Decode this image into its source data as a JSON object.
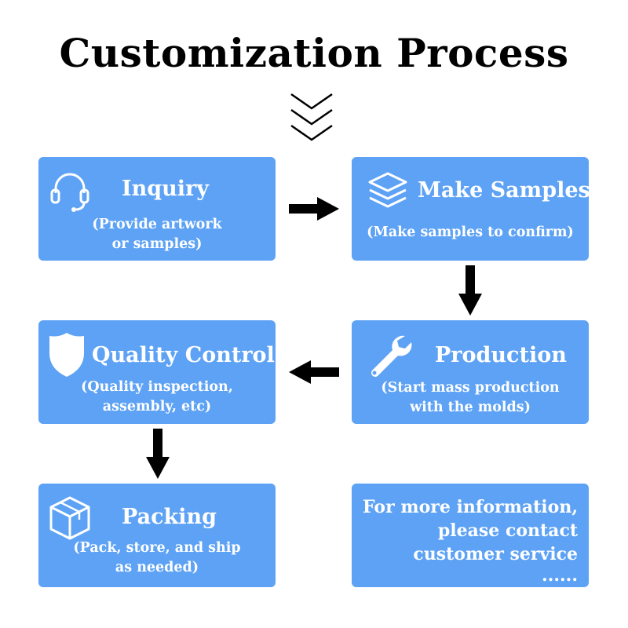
{
  "title": "Customization Process",
  "steps": [
    {
      "title": "Inquiry",
      "subtitle_lines": [
        "(Provide artwork",
        "or samples)"
      ],
      "icon": "headset-icon"
    },
    {
      "title": "Make Samples",
      "subtitle_lines": [
        "(Make samples to confirm)"
      ],
      "icon": "layers-icon"
    },
    {
      "title": "Production",
      "subtitle_lines": [
        "(Start mass production",
        "with the molds)"
      ],
      "icon": "wrench-icon"
    },
    {
      "title": "Quality Control",
      "subtitle_lines": [
        "(Quality inspection,",
        "assembly, etc)"
      ],
      "icon": "shield-icon"
    },
    {
      "title": "Packing",
      "subtitle_lines": [
        "(Pack, store, and ship",
        "as needed)"
      ],
      "icon": "box-icon"
    }
  ],
  "contact_lines": [
    "For more information,",
    "please contact",
    "customer service",
    "......"
  ],
  "colors": {
    "box": "#5da2f4",
    "text": "#ffffff",
    "arrow": "#000000"
  }
}
